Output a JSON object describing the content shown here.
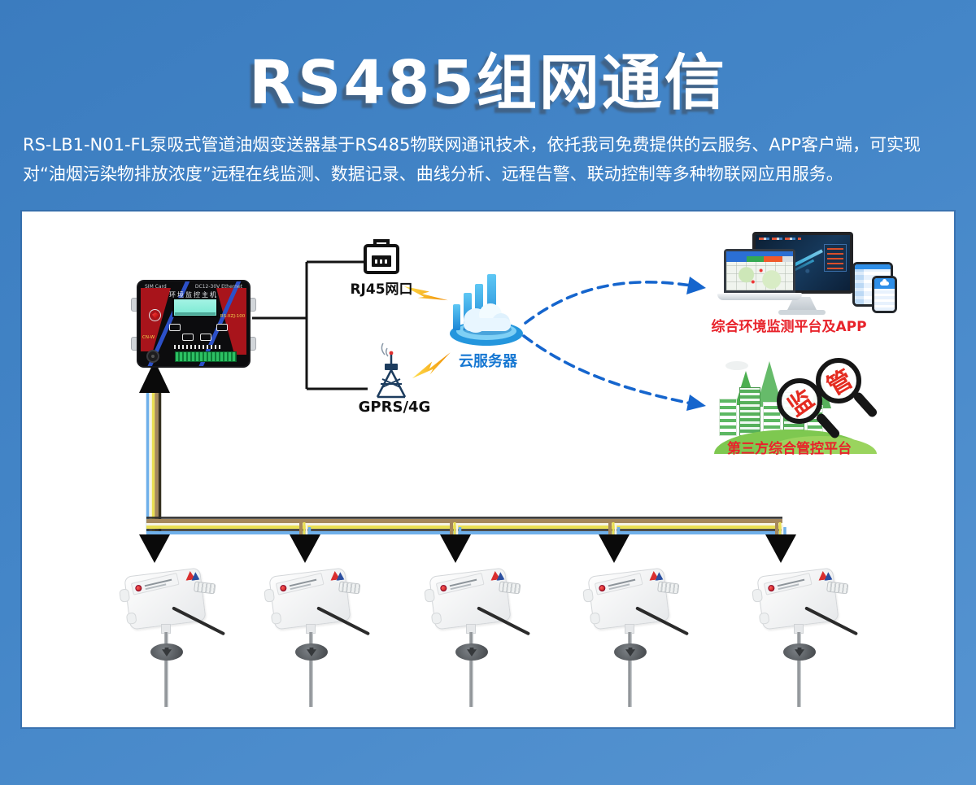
{
  "header": {
    "title": "RS485组网通信",
    "description_lines": [
      "RS-LB1-N01-FL泵吸式管道油烟变送器基于RS485物联网通讯技术，依托我司免费提供的云服务、APP客户端，可实现",
      "对“油烟污染物排放浓度”远程在线监测、数据记录、曲线分析、远程告警、联动控制等多种物联网应用服务。"
    ]
  },
  "diagram": {
    "device": {
      "name_label": "环境监控主机",
      "model_label": "RS-XZJ-100",
      "sim_label": "SIM Card",
      "eth_label": "DC12-30V Ethernet",
      "corner_label": "CN-W"
    },
    "rj45": {
      "label": "RJ45网口",
      "icon": "ethernet-port-icon"
    },
    "gprs": {
      "label": "GPRS/4G",
      "icon": "antenna-tower-icon"
    },
    "cloud": {
      "label": "云服务器",
      "icon": "cloud-server-icon"
    },
    "platform_app": {
      "label": "综合环境监测平台及APP"
    },
    "platform_third": {
      "label": "第三方综合管控平台",
      "magnifier_left": "监",
      "magnifier_right": "管"
    },
    "sensors": {
      "count": 5,
      "type": "duct-mounted oil fume transmitter"
    }
  },
  "colors": {
    "background_blue": "#4486c8",
    "accent_red": "#e8232b",
    "label_blue": "#1677d2",
    "bolt_yellow": "#f5a80c",
    "dashed_arrow_blue": "#1565cd",
    "wire_tan": "#a5885c",
    "wire_yellow": "#e9df52",
    "wire_blue": "#6fb0ea"
  }
}
